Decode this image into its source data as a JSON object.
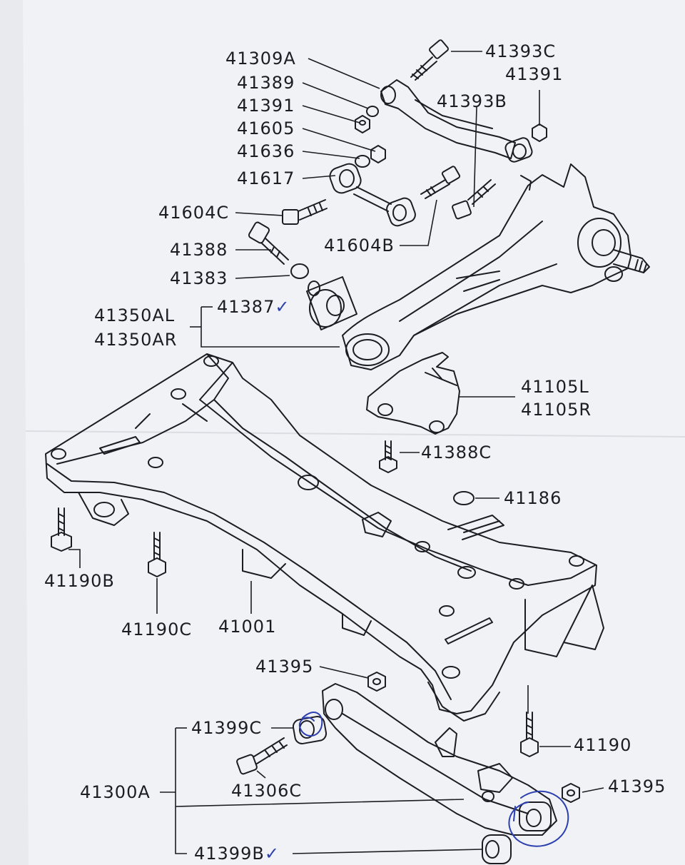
{
  "part_labels": {
    "p41393C": "41393C",
    "p41309A": "41309A",
    "p41389": "41389",
    "p41391a": "41391",
    "p41391b": "41391",
    "p41393B": "41393B",
    "p41605": "41605",
    "p41636": "41636",
    "p41617": "41617",
    "p41604C": "41604C",
    "p41604B": "41604B",
    "p41388": "41388",
    "p41383": "41383",
    "p41387": "41387",
    "p41350AL": "41350AL",
    "p41350AR": "41350AR",
    "p41105L": "41105L",
    "p41105R": "41105R",
    "p41388C": "41388C",
    "p41186": "41186",
    "p41190B": "41190B",
    "p41190C": "41190C",
    "p41001": "41001",
    "p41395a": "41395",
    "p41399C": "41399C",
    "p41190": "41190",
    "p41306C": "41306C",
    "p41300A": "41300A",
    "p41395b": "41395",
    "p41399B": "41399B"
  },
  "handwritten_marks": {
    "check_mark": "✓",
    "pen_color": "#2b3fb0"
  },
  "colors": {
    "paper": "#f1f2f5",
    "ink": "#1c1c22",
    "background": "#e9eaee"
  }
}
